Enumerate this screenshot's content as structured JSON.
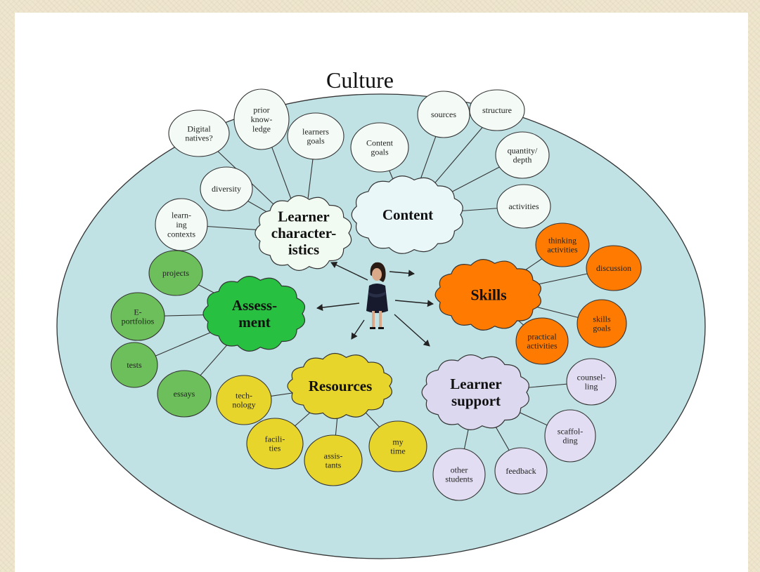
{
  "title": "Culture",
  "colors": {
    "culture_fill": "#c0e2e4",
    "outline": "#333333",
    "learner_fill": "#f2fbf2",
    "content_fill": "#eaf7f8",
    "skills_fill": "#ff7a00",
    "assessment_fill": "#28c040",
    "assessment_leaf": "#6cbf5a",
    "resources_fill": "#e8d52c",
    "support_fill": "#dcd8ef",
    "support_leaf": "#e2ddf2",
    "plain_leaf": "#f4fbf6"
  },
  "central_figure": "person-figure",
  "hubs": {
    "learner": [
      "Learner",
      "character-",
      "istics"
    ],
    "content": [
      "Content"
    ],
    "skills": [
      "Skills"
    ],
    "assessment": [
      "Assess-",
      "ment"
    ],
    "resources": [
      "Resources"
    ],
    "support": [
      "Learner",
      "support"
    ]
  },
  "leaves": {
    "learner": {
      "digital": [
        "Digital",
        "natives?"
      ],
      "prior": [
        "prior",
        "know-",
        "ledge"
      ],
      "goals": [
        "learners",
        "goals"
      ],
      "diversity": [
        "diversity"
      ],
      "contexts": [
        "learn-",
        "ing",
        "contexts"
      ]
    },
    "content": {
      "goals": [
        "Content",
        "goals"
      ],
      "sources": [
        "sources"
      ],
      "structure": [
        "structure"
      ],
      "quantity": [
        "quantity/",
        "depth"
      ],
      "activities": [
        "activities"
      ]
    },
    "skills": {
      "thinking": [
        "thinking",
        "activities"
      ],
      "discussion": [
        "discussion"
      ],
      "goals": [
        "skills",
        "goals"
      ],
      "practical": [
        "practical",
        "activities"
      ]
    },
    "assessment": {
      "projects": [
        "projects"
      ],
      "eportfolios": [
        "E-",
        "portfolios"
      ],
      "tests": [
        "tests"
      ],
      "essays": [
        "essays"
      ]
    },
    "resources": {
      "technology": [
        "tech-",
        "nology"
      ],
      "facilities": [
        "facili-",
        "ties"
      ],
      "assistants": [
        "assis-",
        "tants"
      ],
      "mytime": [
        "my",
        "time"
      ]
    },
    "support": {
      "counseling": [
        "counsel-",
        "ling"
      ],
      "scaffolding": [
        "scaffol-",
        "ding"
      ],
      "feedback": [
        "feedback"
      ],
      "students": [
        "other",
        "students"
      ]
    }
  }
}
